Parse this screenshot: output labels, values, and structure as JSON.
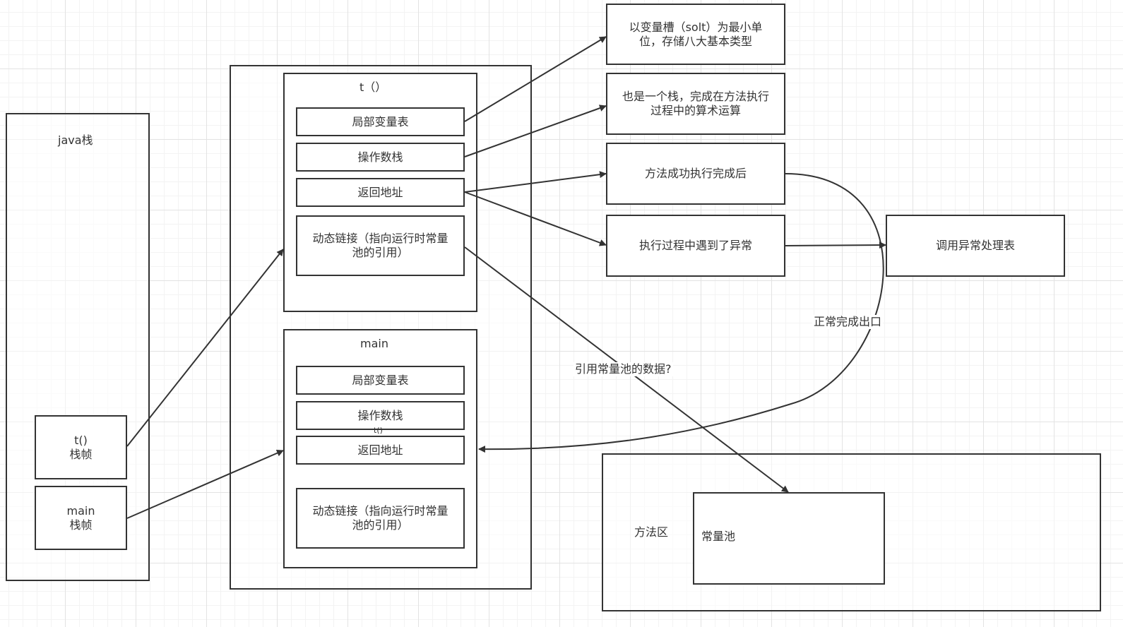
{
  "java_stack": {
    "title": "java栈",
    "t_frame": {
      "line1": "t()",
      "line2": "栈帧"
    },
    "main_frame": {
      "line1": "main",
      "line2": "栈帧"
    }
  },
  "frame_t": {
    "title": "t（）",
    "local_vars": "局部变量表",
    "operand_stack": "操作数栈",
    "return_address": "返回地址",
    "dynamic_link": {
      "line1": "动态链接（指向运行时常量",
      "line2": "池的引用）"
    }
  },
  "frame_main": {
    "title": "main",
    "local_vars": "局部变量表",
    "operand_stack": "操作数栈",
    "stray_label": "t()",
    "return_address": "返回地址",
    "dynamic_link": {
      "line1": "动态链接（指向运行时常量",
      "line2": "池的引用）"
    }
  },
  "notes": {
    "local_vars_note": {
      "line1": "以变量槽（solt）为最小单",
      "line2": "位，存储八大基本类型"
    },
    "operand_note": {
      "line1": "也是一个栈，完成在方法执行",
      "line2": "过程中的算术运算"
    },
    "success_note": "方法成功执行完成后",
    "exception_note": "执行过程中遇到了异常",
    "exception_table": "调用异常处理表"
  },
  "method_area": {
    "title": "方法区",
    "constant_pool": "常量池"
  },
  "edge_labels": {
    "normal_exit": "正常完成出口",
    "reference_pool": "引用常量池的数据?"
  },
  "colors": {
    "stroke": "#333333",
    "grid_major": "#e3e3e3",
    "grid_minor": "#f3f3f3"
  }
}
